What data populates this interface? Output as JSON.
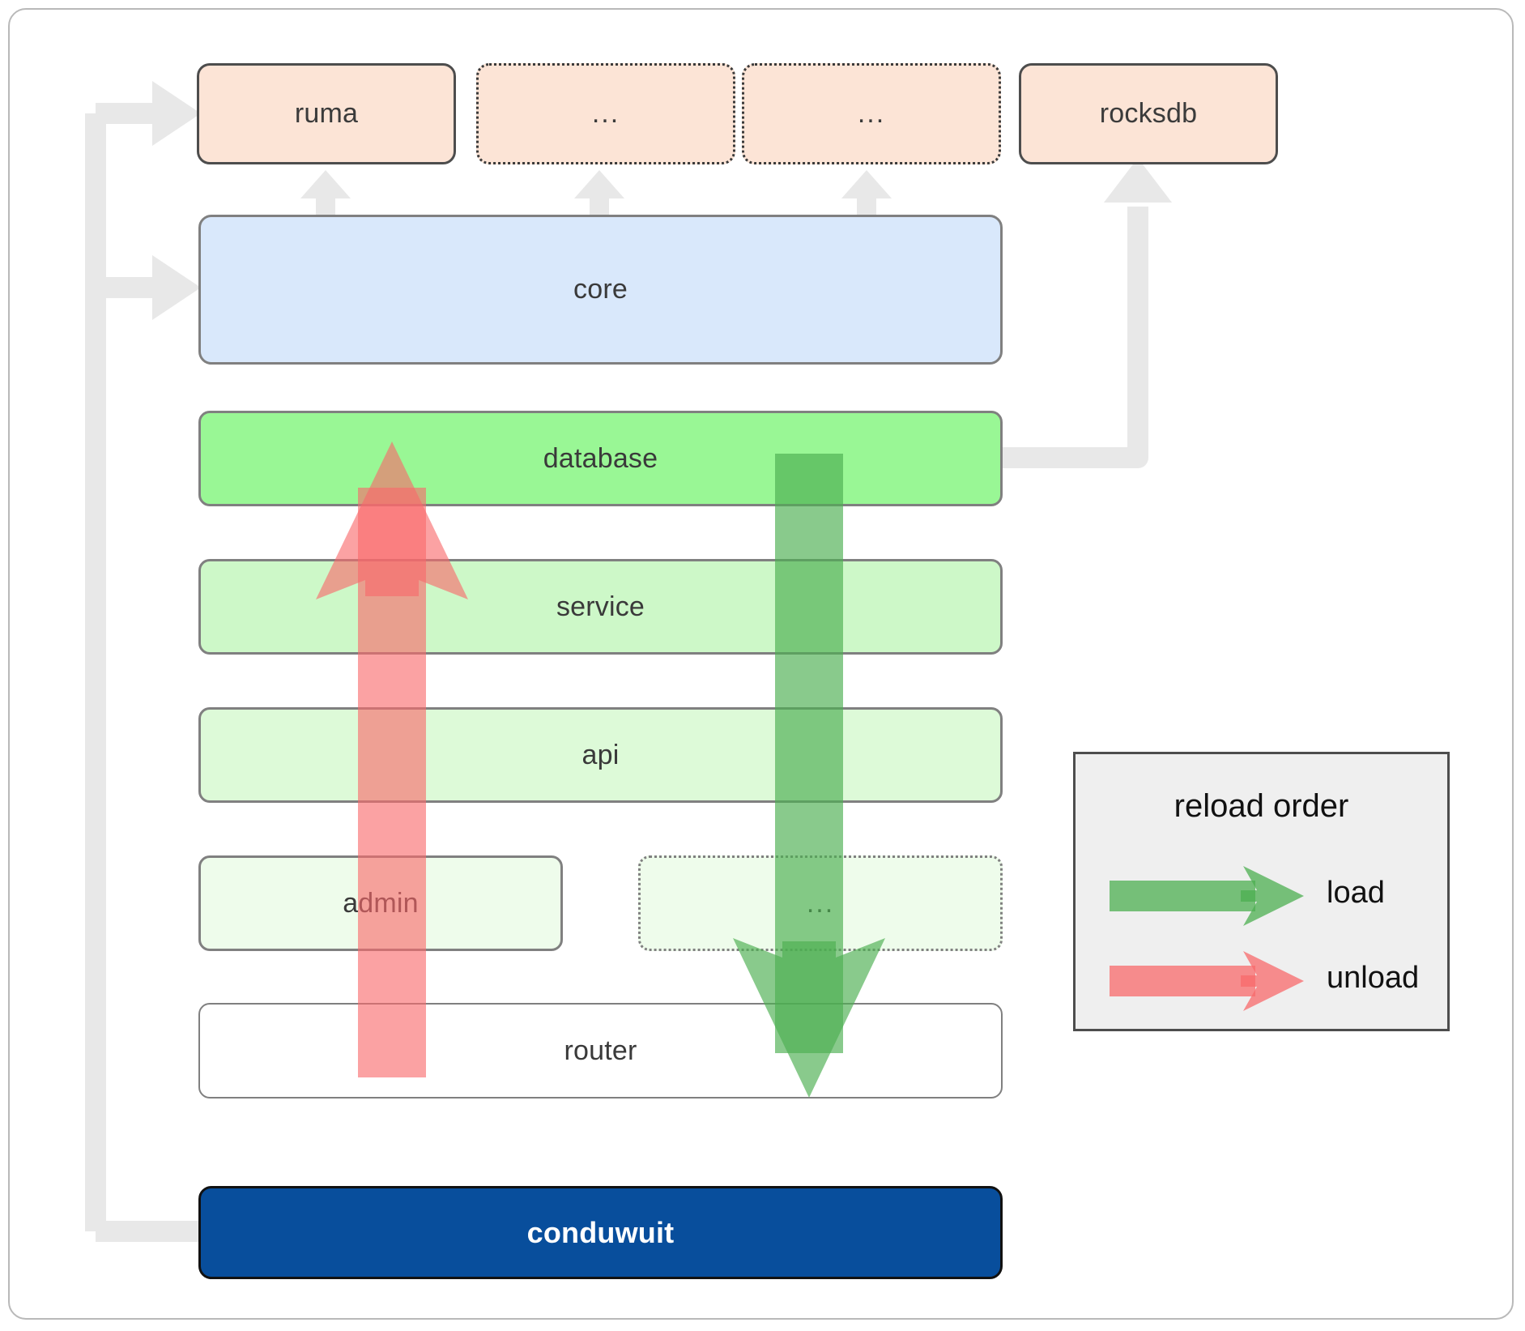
{
  "diagram": {
    "title": "conduwuit crate / reload order architecture",
    "colors": {
      "dependency_fill": "#fce4d6",
      "core_fill": "#d9e8fb",
      "database_fill": "#99f795",
      "service_fill": "#cdf8c8",
      "api_fill": "#ddfad8",
      "admin_fill": "#eefceb",
      "router_fill": "#ffffff",
      "root_fill": "#084e9c",
      "load_arrow": "#4caf50",
      "unload_arrow": "#f8696b",
      "connector": "#e8e8e8",
      "legend_bg": "#efefef",
      "frame_border": "#b9b9b9"
    },
    "dependencies": [
      {
        "label": "ruma",
        "style": "solid"
      },
      {
        "label": "...",
        "style": "dotted"
      },
      {
        "label": "...",
        "style": "dotted"
      },
      {
        "label": "rocksdb",
        "style": "solid"
      }
    ],
    "core": {
      "label": "core"
    },
    "stack": [
      {
        "label": "database",
        "style": "solid",
        "tone": "db"
      },
      {
        "label": "service",
        "style": "solid",
        "tone": "service"
      },
      {
        "label": "api",
        "style": "solid",
        "tone": "api"
      },
      {
        "label": "admin",
        "style": "solid",
        "tone": "admin"
      },
      {
        "label": "...",
        "style": "dotted",
        "tone": "dots"
      },
      {
        "label": "router",
        "style": "solid",
        "tone": "router"
      }
    ],
    "root": {
      "label": "conduwuit"
    },
    "legend": {
      "title": "reload order",
      "entries": [
        {
          "label": "load",
          "color": "#4caf50"
        },
        {
          "label": "unload",
          "color": "#f8696b"
        }
      ]
    },
    "arrows": {
      "unload": {
        "direction": "up",
        "color": "#f8696b",
        "from": "router",
        "to": "database"
      },
      "load": {
        "direction": "down",
        "color": "#4caf50",
        "from": "database",
        "to": "router"
      }
    }
  }
}
